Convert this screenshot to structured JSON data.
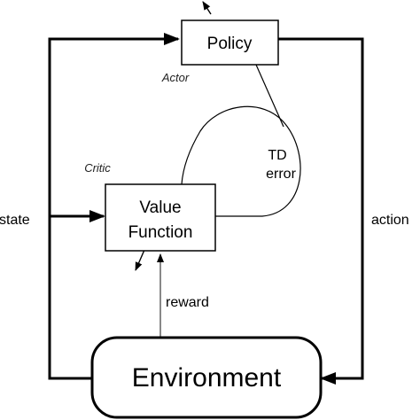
{
  "nodes": {
    "policy": {
      "label": "Policy",
      "role_label": "Actor"
    },
    "value_function": {
      "label_line1": "Value",
      "label_line2": "Function",
      "role_label": "Critic"
    },
    "environment": {
      "label": "Environment"
    },
    "td_error": {
      "line1": "TD",
      "line2": "error"
    }
  },
  "edges": {
    "state": "state",
    "action": "action",
    "reward": "reward"
  }
}
